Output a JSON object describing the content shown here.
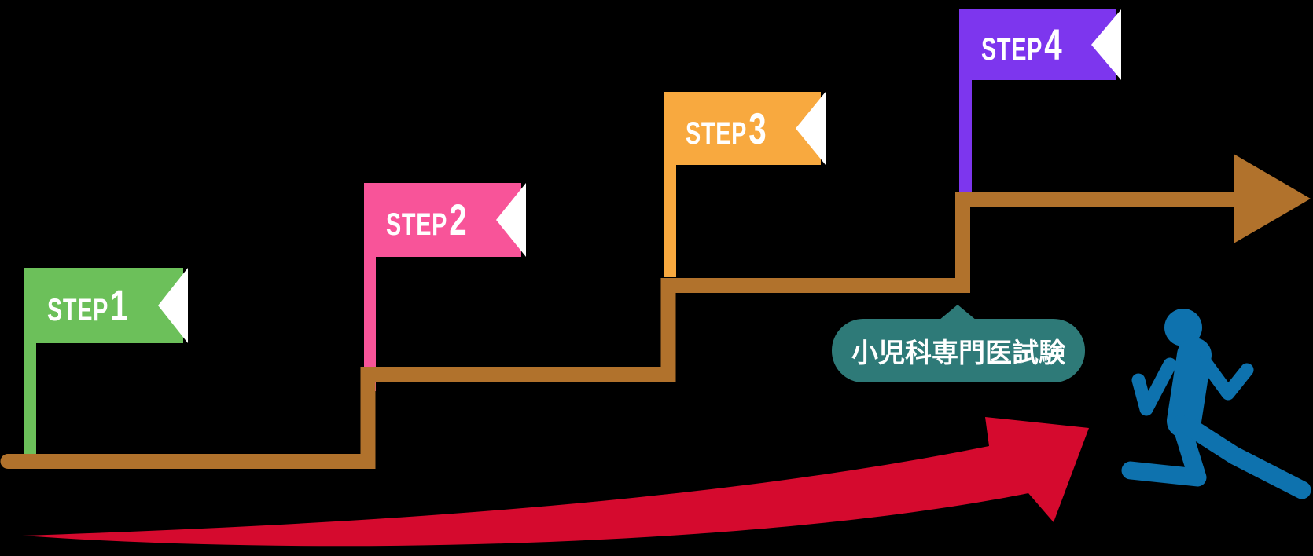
{
  "background": "#000000",
  "colors": {
    "brown": "#B1722C",
    "red": "#D50A2E",
    "teal": "#2E7A78",
    "runner_blue": "#0E72AE",
    "white": "#FFFFFF"
  },
  "steps": [
    {
      "label_word": "STEP",
      "label_num": "1",
      "color": "#6CC05A"
    },
    {
      "label_word": "STEP",
      "label_num": "2",
      "color": "#F85499"
    },
    {
      "label_word": "STEP",
      "label_num": "3",
      "color": "#F8A93F"
    },
    {
      "label_word": "STEP",
      "label_num": "4",
      "color": "#7D36EE"
    }
  ],
  "callout": {
    "text": "小児科専門医試験",
    "color": "#2E7A78",
    "text_color": "#FFFFFF"
  },
  "icons": {
    "stairs": "staircase-right-arrow",
    "flags": "step-flag",
    "swoosh": "upward-red-swoosh-arrow",
    "runner": "running-person"
  }
}
